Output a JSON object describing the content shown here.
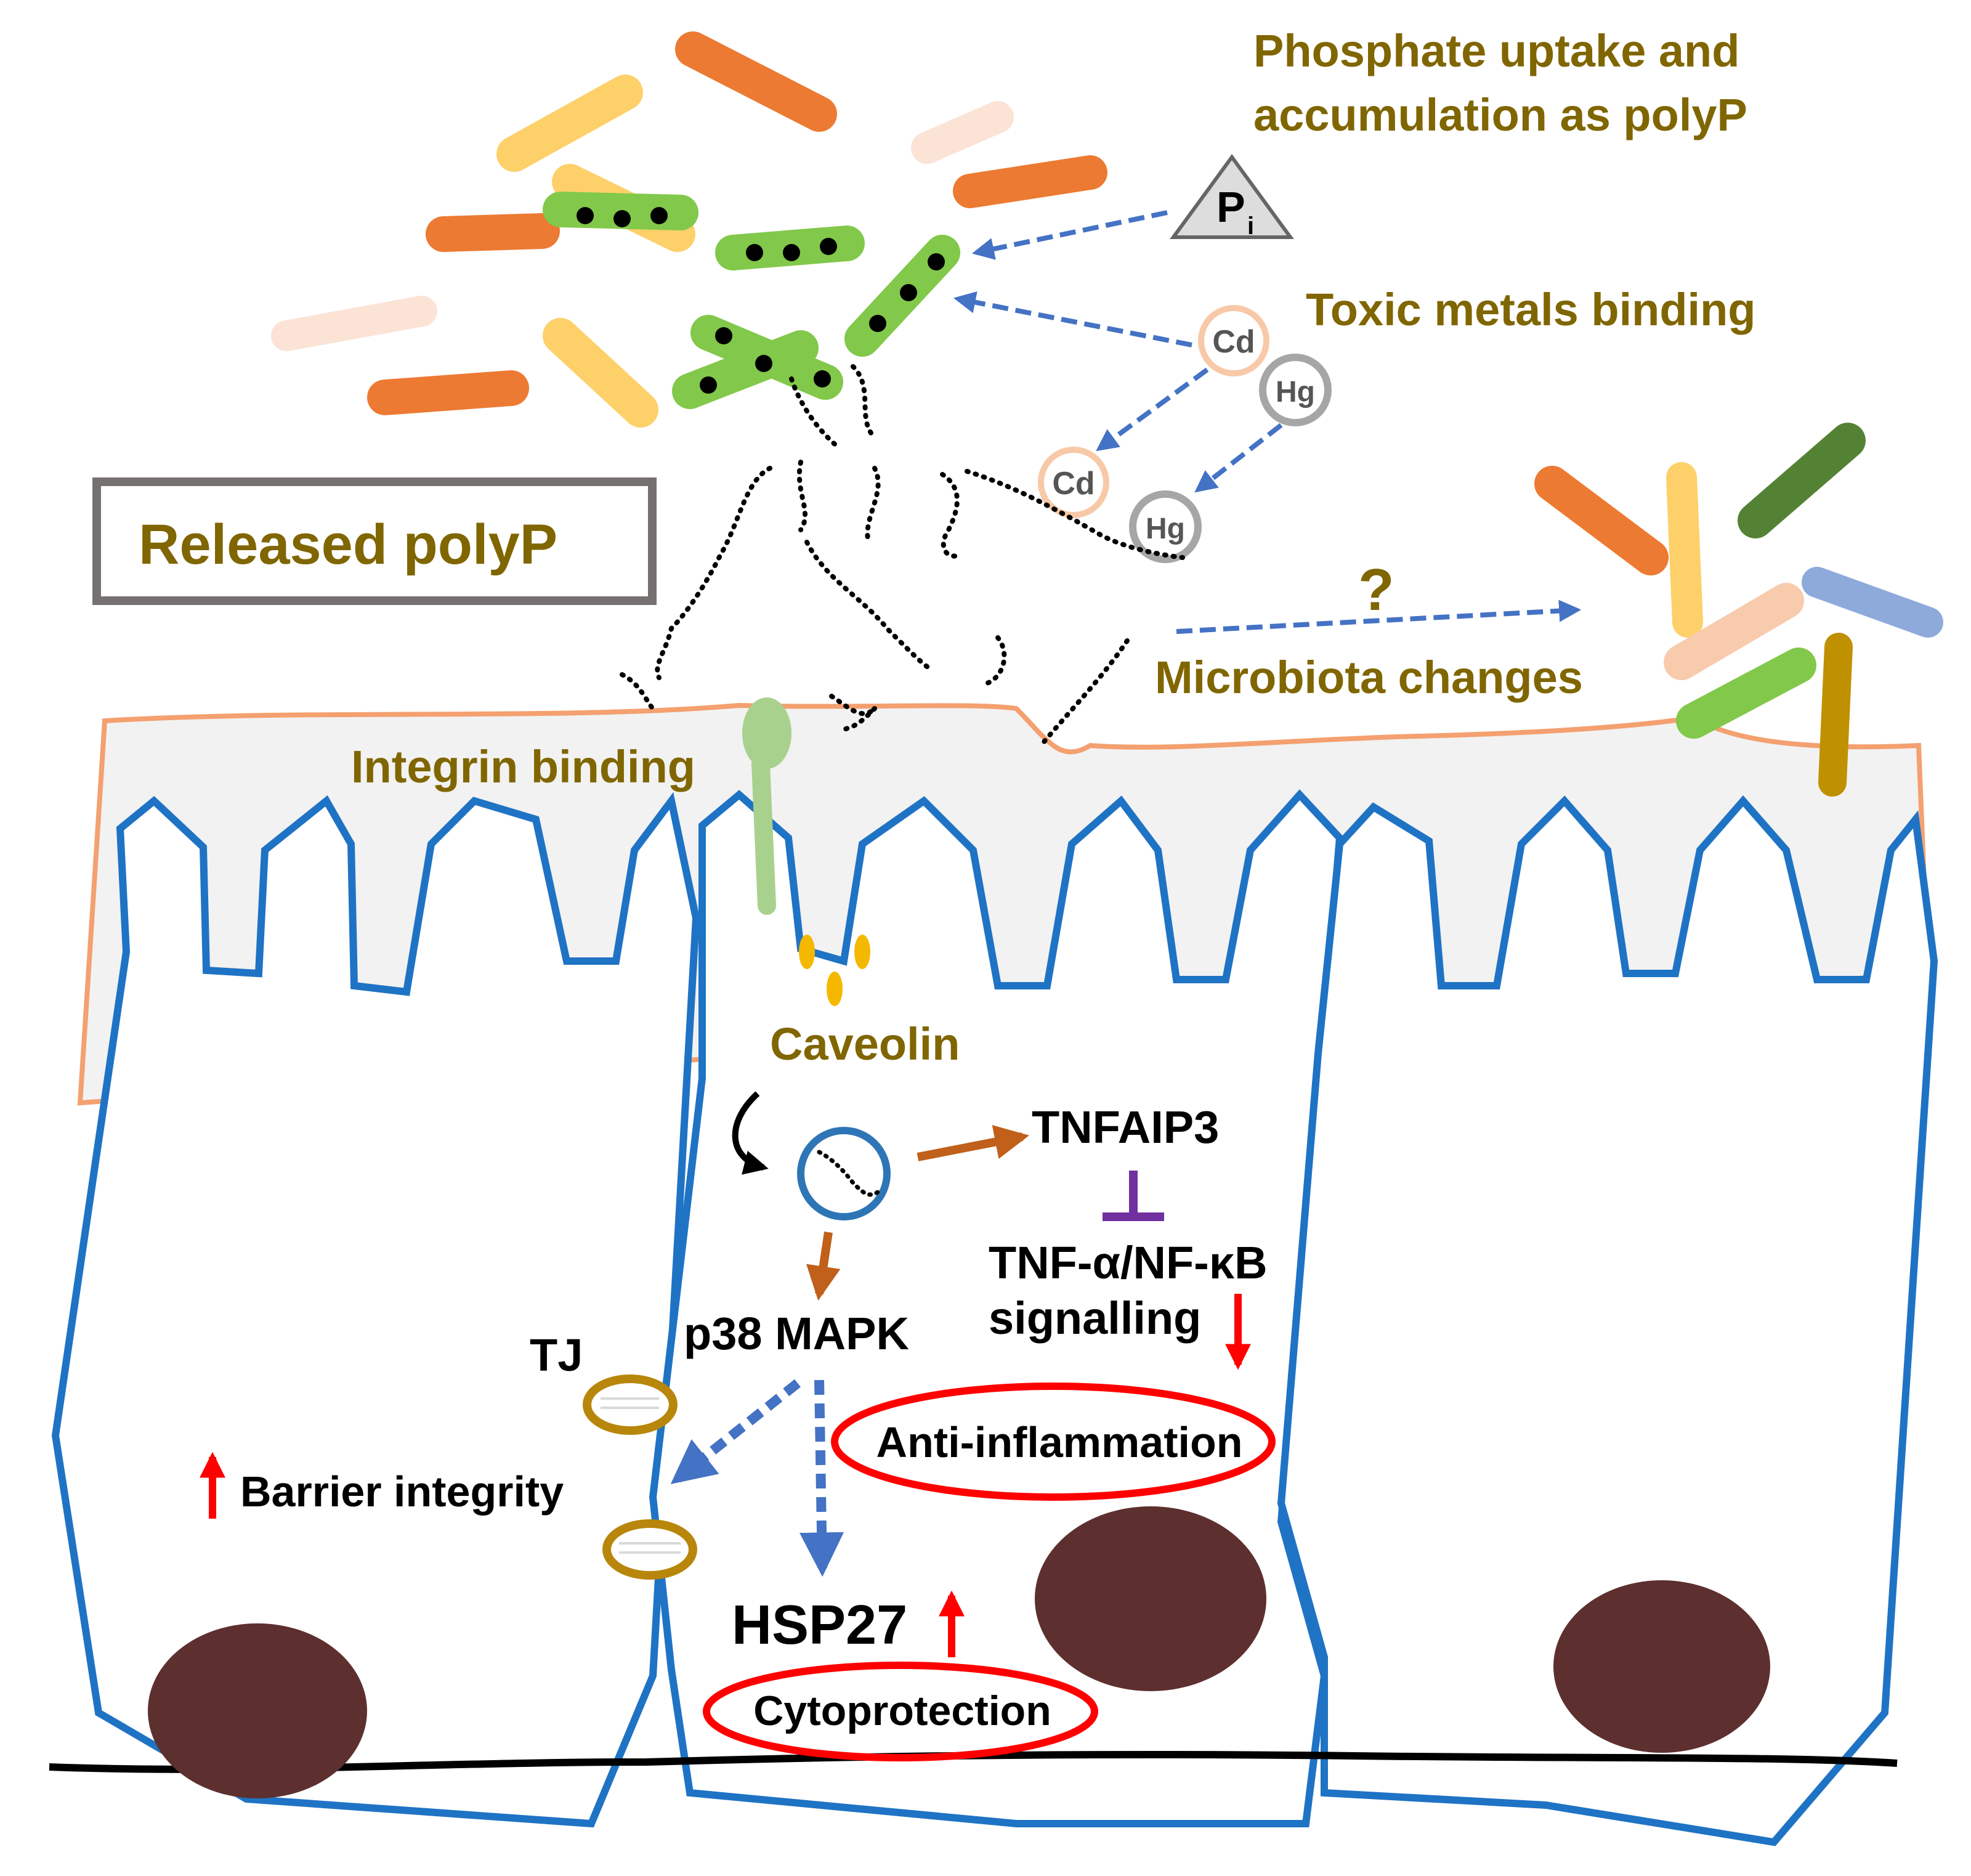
{
  "labels": {
    "phosphate_line1": "Phosphate uptake and",
    "phosphate_line2": "accumulation as polyP",
    "toxic_metals": "Toxic metals binding",
    "released_polyp": "Released polyP",
    "microbiota_q": "?",
    "microbiota": "Microbiota changes",
    "integrin": "Integrin binding",
    "caveolin": "Caveolin",
    "tnfaip3": "TNFAIP3",
    "tnf_line1": "TNF-α/NF-κB",
    "tnf_line2": "signalling",
    "p38": "p38 MAPK",
    "tj": "TJ",
    "barrier": "Barrier integrity",
    "anti_inflammation": "Anti-inflammation",
    "hsp27": "HSP27",
    "cytoprotection": "Cytoprotection"
  },
  "ions": {
    "pi_letter": "P",
    "pi_subscript": "i",
    "cd": "Cd",
    "hg": "Hg"
  },
  "colors": {
    "label_olive": "#806600",
    "membrane_blue": "#1f73c4",
    "mucus_orange": "#f4a070",
    "arrow_blue": "#4472c4",
    "arrow_brown": "#c0601a",
    "inhibit_purple": "#7030a0",
    "highlight_red": "#ff0000",
    "nucleus": "#5e2f2f",
    "polyp_bacteria": "#82c84a",
    "integrin": "#a9d18e",
    "caveolin": "#f5b800",
    "tight_junction": "#b8860b"
  }
}
